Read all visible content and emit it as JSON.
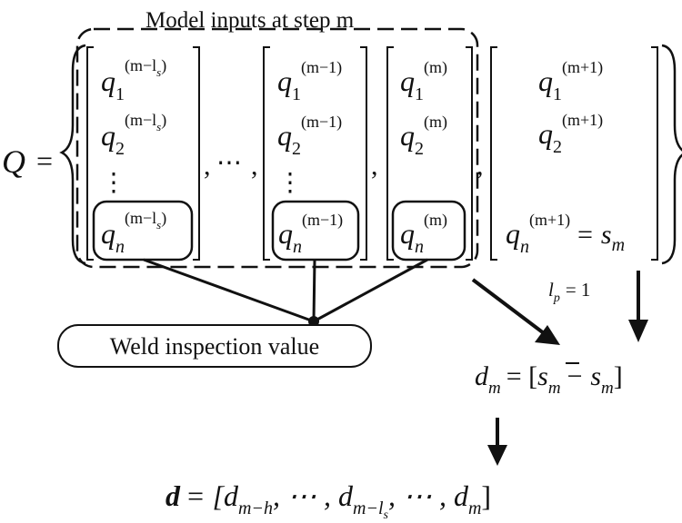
{
  "caption": "Model inputs at step m",
  "Q_label": "Q",
  "equals": "=",
  "comma": ",",
  "ellipsis": "⋯",
  "vdots": "⋮",
  "q": "q",
  "n": "n",
  "one": "1",
  "two": "2",
  "sup_m_minus_ls": "(m−l",
  "sup_s": "s",
  "sup_close": ")",
  "sup_m_minus_1": "(m−1)",
  "sup_m": "(m)",
  "sup_m_plus_1": "(m+1)",
  "eq_sm": "= s",
  "sub_m": "m",
  "weld_label": "Weld inspection value",
  "lp_l": "l",
  "lp_p": "p",
  "lp_eq": "= 1",
  "dm_d": "d",
  "dm_rhs_open": "= [",
  "dm_sbar": "s",
  "dm_minus": "− s",
  "dm_close": "]",
  "bold_d": "d",
  "d_open": "= [d",
  "sub_m_minus_h": "m−h",
  "d_mid1": ", ⋯ , d",
  "sub_m_minus_l": "m−l",
  "d_mid2": ", ⋯ , d",
  "d_close": "]"
}
